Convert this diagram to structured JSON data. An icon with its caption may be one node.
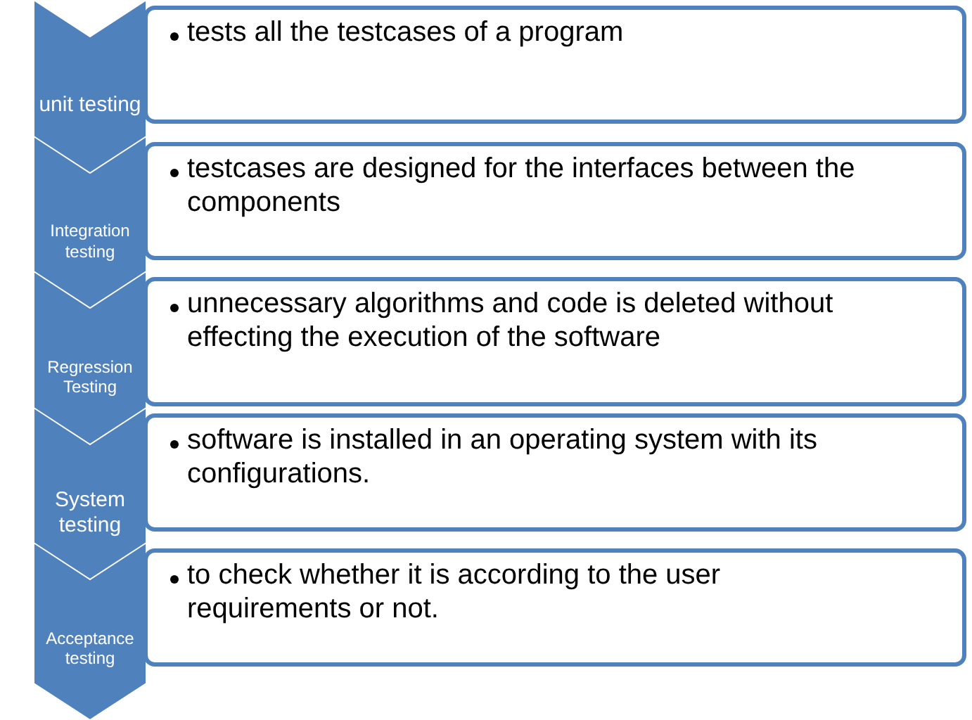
{
  "diagram": {
    "nodes": [
      {
        "text": [
          "unit testing"
        ]
      },
      {
        "text": [
          "tests all the testcases of a program"
        ]
      },
      {
        "text": [
          "Integration testing"
        ]
      },
      {
        "text": [
          "testcases are designed for the interfaces between the components"
        ]
      },
      {
        "text": [
          "Regression Testing"
        ]
      },
      {
        "text": [
          "unnecessary algorithms and code is deleted without effecting the execution of the software"
        ]
      },
      {
        "text": [
          "System testing"
        ]
      },
      {
        "text": [
          "software is installed in an operating system with its configurations."
        ]
      },
      {
        "text": [
          "Acceptance testing"
        ]
      },
      {
        "text": [
          "to check whether it is according to the user requirements or not."
        ]
      }
    ]
  }
}
